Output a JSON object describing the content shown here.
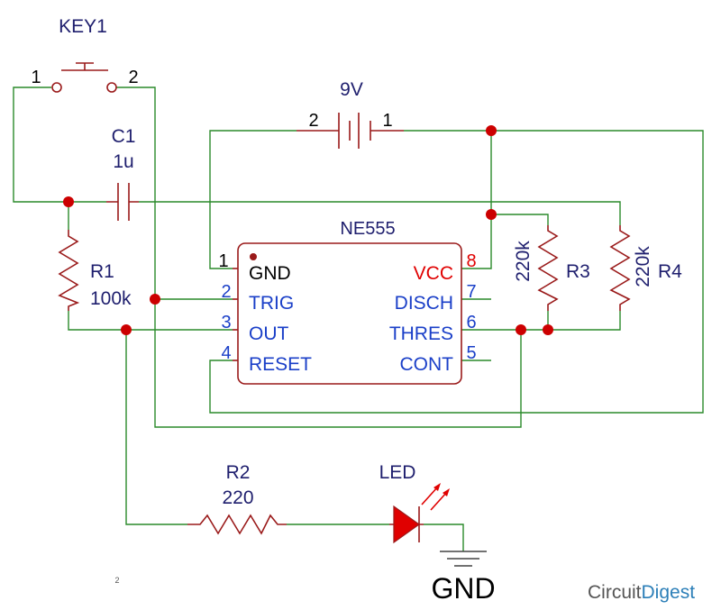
{
  "key1": {
    "label": "KEY1",
    "pin1": "1",
    "pin2": "2"
  },
  "battery": {
    "label": "9V",
    "pin2": "2",
    "pin1": "1"
  },
  "c1": {
    "label": "C1",
    "value": "1u"
  },
  "ic": {
    "name": "NE555",
    "left_pins": [
      {
        "num": "1",
        "name": "GND"
      },
      {
        "num": "2",
        "name": "TRIG"
      },
      {
        "num": "3",
        "name": "OUT"
      },
      {
        "num": "4",
        "name": "RESET"
      }
    ],
    "right_pins": [
      {
        "num": "8",
        "name": "VCC"
      },
      {
        "num": "7",
        "name": "DISCH"
      },
      {
        "num": "6",
        "name": "THRES"
      },
      {
        "num": "5",
        "name": "CONT"
      }
    ]
  },
  "r1": {
    "label": "R1",
    "value": "100k"
  },
  "r2": {
    "label": "R2",
    "value": "220"
  },
  "r3": {
    "label": "R3",
    "value": "220k"
  },
  "r4": {
    "label": "R4",
    "value": "220k"
  },
  "led": {
    "label": "LED"
  },
  "ground": {
    "label": "GND"
  },
  "sheet_mark": "2",
  "brand": {
    "part1": "Circuit",
    "part2": "Digest"
  },
  "colors": {
    "wire": "#2a8a2a",
    "component": "#9a1a1a",
    "junction": "#cc0000",
    "pin_name": "#1a3fc8",
    "vcc": "#e00000",
    "labels": "#1f1f6e"
  }
}
